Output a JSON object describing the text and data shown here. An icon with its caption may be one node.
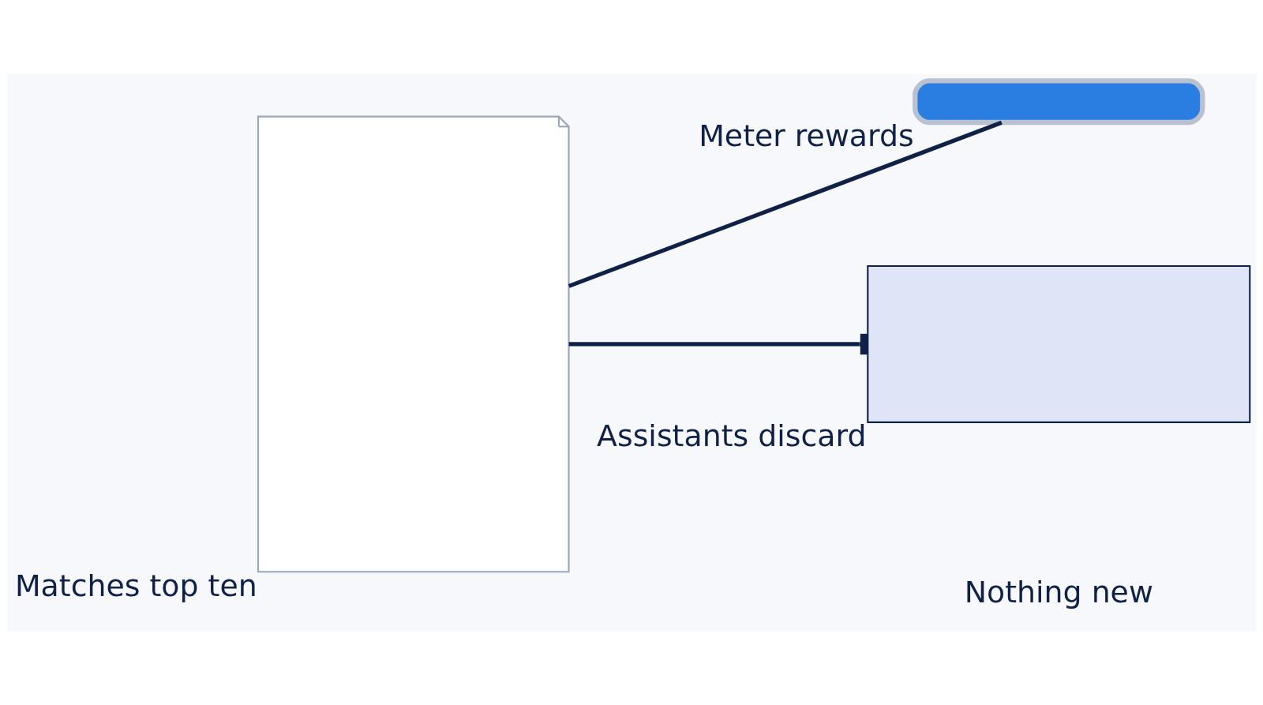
{
  "diagram": {
    "nodes": [
      {
        "text": [],
        "shape": "picture",
        "beside": [
          "Matches top ten"
        ]
      },
      {
        "text": [],
        "shape": "bar",
        "beside": [
          "Meter rewards"
        ]
      },
      {
        "text": [],
        "shape": "box",
        "beside": [
          "Assistants discard"
        ]
      }
    ],
    "edges": [
      {
        "from": 0,
        "to": 1,
        "arrow": "none"
      },
      {
        "from": 0,
        "to": 2,
        "arrow": "other"
      }
    ],
    "labels": [
      "Nothing new"
    ]
  }
}
